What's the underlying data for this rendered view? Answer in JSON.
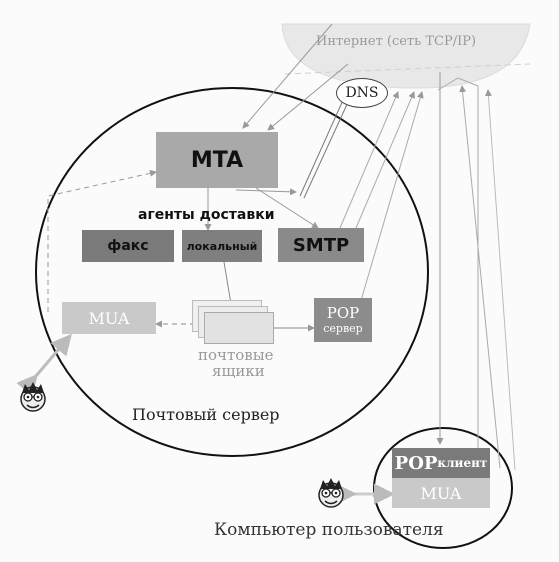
{
  "internet": {
    "label": "Интернет (сеть TCP/IP)"
  },
  "dns": {
    "label": "DNS"
  },
  "mta": {
    "label": "MTA"
  },
  "delivery_agents": {
    "title": "агенты доставки",
    "fax": "факс",
    "local": "локальный",
    "smtp": "SMTP"
  },
  "mua_server": {
    "label": "MUA"
  },
  "mailboxes": {
    "line1": "почтовые",
    "line2": "ящики"
  },
  "pop_server": {
    "line1": "POP",
    "line2": "сервер"
  },
  "mail_server": {
    "label": "Почтовый сервер"
  },
  "client": {
    "pop_label": "POP",
    "pop_suffix": "клиент",
    "mua_label": "MUA",
    "caption": "Компьютер пользователя"
  }
}
